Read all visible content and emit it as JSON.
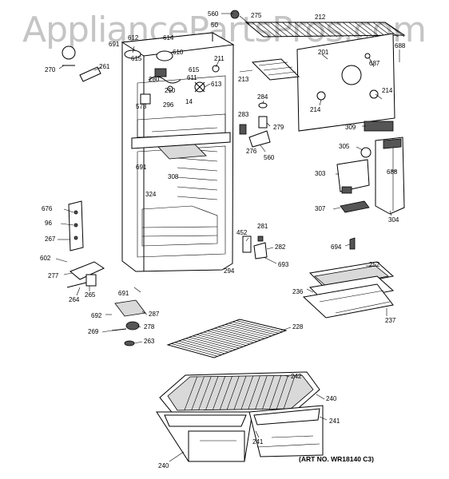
{
  "watermark": "AppliancePartsPros.com",
  "art_number": "(ART NO. WR18140 C3)",
  "callouts": [
    {
      "id": "c560a",
      "text": "560"
    },
    {
      "id": "c275",
      "text": "275"
    },
    {
      "id": "c212",
      "text": "212"
    },
    {
      "id": "c50",
      "text": "50"
    },
    {
      "id": "c691a",
      "text": "691"
    },
    {
      "id": "c612",
      "text": "612"
    },
    {
      "id": "c614",
      "text": "614"
    },
    {
      "id": "c615a",
      "text": "615"
    },
    {
      "id": "c610",
      "text": "610"
    },
    {
      "id": "c270",
      "text": "270"
    },
    {
      "id": "c261",
      "text": "261"
    },
    {
      "id": "c201",
      "text": "201"
    },
    {
      "id": "c687",
      "text": "687"
    },
    {
      "id": "c688a",
      "text": "688"
    },
    {
      "id": "c211",
      "text": "211"
    },
    {
      "id": "c213",
      "text": "213"
    },
    {
      "id": "c615b",
      "text": "615"
    },
    {
      "id": "c280",
      "text": "280"
    },
    {
      "id": "c611",
      "text": "611"
    },
    {
      "id": "c210",
      "text": "210"
    },
    {
      "id": "c613",
      "text": "613"
    },
    {
      "id": "c573",
      "text": "573"
    },
    {
      "id": "c296",
      "text": "296"
    },
    {
      "id": "c14",
      "text": "14"
    },
    {
      "id": "c284",
      "text": "284"
    },
    {
      "id": "c214a",
      "text": "214"
    },
    {
      "id": "c214b",
      "text": "214"
    },
    {
      "id": "c283",
      "text": "283"
    },
    {
      "id": "c279",
      "text": "279"
    },
    {
      "id": "c309",
      "text": "309"
    },
    {
      "id": "c276",
      "text": "276"
    },
    {
      "id": "c560b",
      "text": "560"
    },
    {
      "id": "c305",
      "text": "305"
    },
    {
      "id": "c691b",
      "text": "691"
    },
    {
      "id": "c308",
      "text": "308"
    },
    {
      "id": "c303",
      "text": "303"
    },
    {
      "id": "c688b",
      "text": "688"
    },
    {
      "id": "c324",
      "text": "324"
    },
    {
      "id": "c676",
      "text": "676"
    },
    {
      "id": "c96",
      "text": "96"
    },
    {
      "id": "c307",
      "text": "307"
    },
    {
      "id": "c304",
      "text": "304"
    },
    {
      "id": "c281",
      "text": "281"
    },
    {
      "id": "c267",
      "text": "267"
    },
    {
      "id": "c452",
      "text": "452"
    },
    {
      "id": "c694",
      "text": "694"
    },
    {
      "id": "c282",
      "text": "282"
    },
    {
      "id": "c602",
      "text": "602"
    },
    {
      "id": "c693",
      "text": "693"
    },
    {
      "id": "c252",
      "text": "252"
    },
    {
      "id": "c277",
      "text": "277"
    },
    {
      "id": "c294",
      "text": "294"
    },
    {
      "id": "c265",
      "text": "265"
    },
    {
      "id": "c264",
      "text": "264"
    },
    {
      "id": "c236",
      "text": "236"
    },
    {
      "id": "c691c",
      "text": "691"
    },
    {
      "id": "c692",
      "text": "692"
    },
    {
      "id": "c287",
      "text": "287"
    },
    {
      "id": "c237",
      "text": "237"
    },
    {
      "id": "c269",
      "text": "269"
    },
    {
      "id": "c278",
      "text": "278"
    },
    {
      "id": "c228",
      "text": "228"
    },
    {
      "id": "c263",
      "text": "263"
    },
    {
      "id": "c242",
      "text": "242"
    },
    {
      "id": "c240a",
      "text": "240"
    },
    {
      "id": "c241a",
      "text": "241"
    },
    {
      "id": "c241b",
      "text": "241"
    },
    {
      "id": "c240b",
      "text": "240"
    }
  ]
}
